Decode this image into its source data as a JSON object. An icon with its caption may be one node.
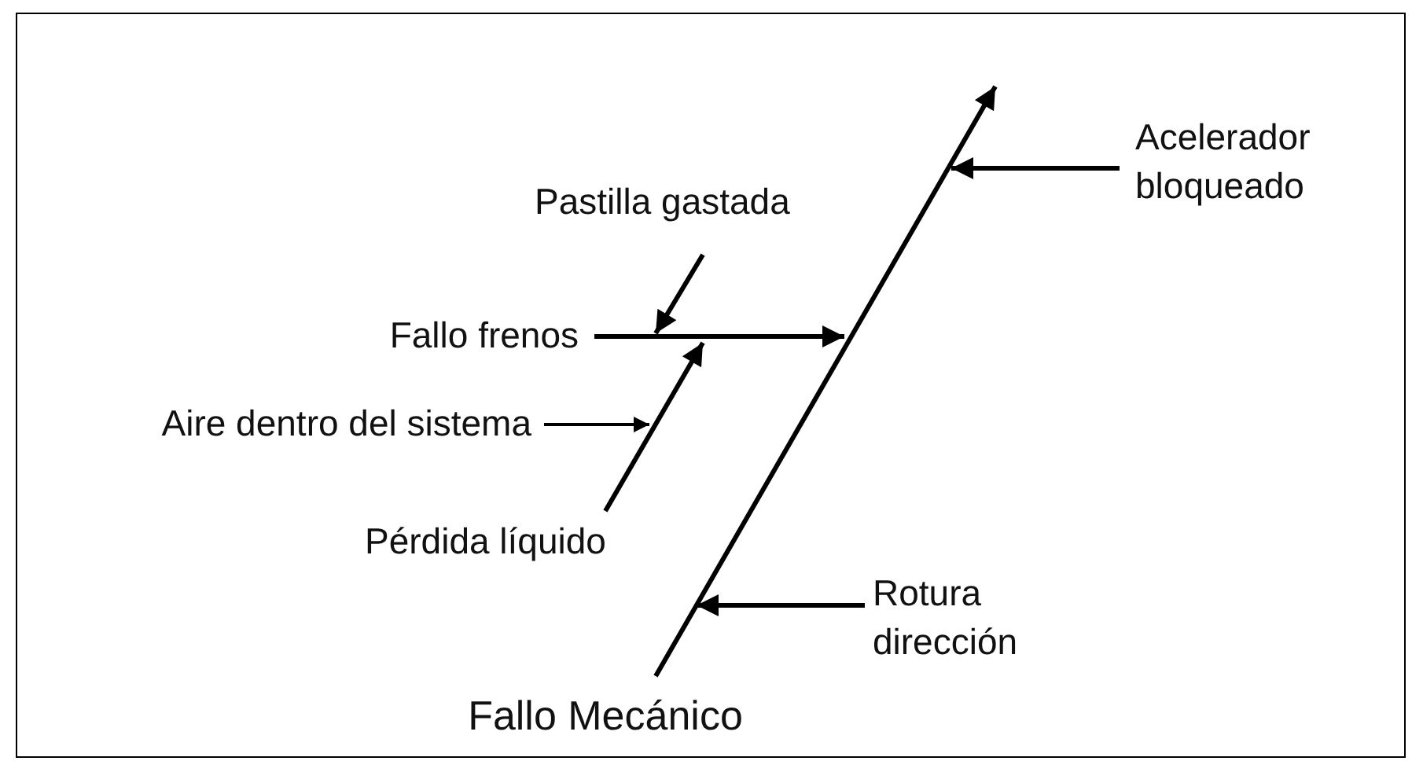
{
  "diagram": {
    "nodes": [
      {
        "text": [
          "Fallo Mecánico"
        ]
      },
      {
        "text": [
          "Acelerador bloqueado"
        ]
      },
      {
        "text": [
          "Pastilla gastada"
        ]
      },
      {
        "text": [
          "Fallo frenos"
        ]
      },
      {
        "text": [
          "Aire dentro del sistema"
        ]
      },
      {
        "text": [
          "Pérdida líquido"
        ]
      },
      {
        "text": [
          "Rotura dirección"
        ]
      }
    ],
    "edges": [
      {
        "from": 0,
        "to": null,
        "arrow": "to"
      },
      {
        "from": 1,
        "to": null,
        "arrow": "to"
      },
      {
        "from": 3,
        "to": null,
        "arrow": "to"
      },
      {
        "from": 2,
        "to": null,
        "arrow": "to"
      },
      {
        "from": 5,
        "to": null,
        "arrow": "to"
      },
      {
        "from": 4,
        "to": null,
        "arrow": "to"
      },
      {
        "from": 6,
        "to": null,
        "arrow": "to"
      }
    ]
  }
}
